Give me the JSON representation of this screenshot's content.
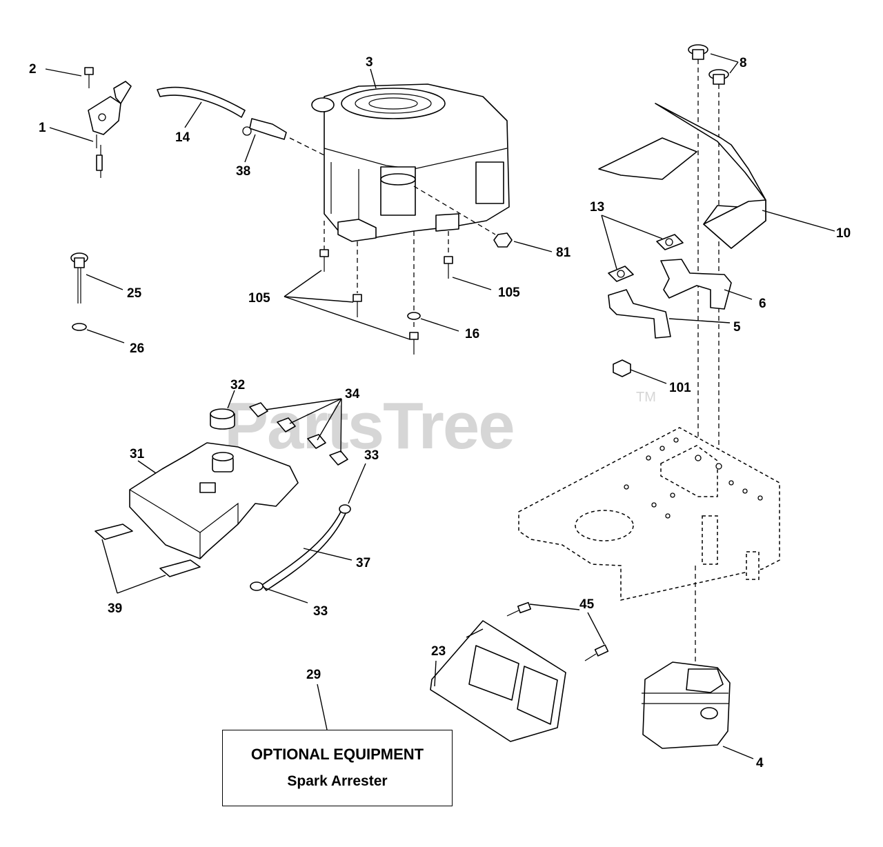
{
  "watermark": {
    "brand": "PartsTree",
    "trademark": "TM"
  },
  "callouts": {
    "c1": "1",
    "c2": "2",
    "c3": "3",
    "c4": "4",
    "c5": "5",
    "c6": "6",
    "c8": "8",
    "c10": "10",
    "c13": "13",
    "c14": "14",
    "c16": "16",
    "c23": "23",
    "c25": "25",
    "c26": "26",
    "c29": "29",
    "c31": "31",
    "c32": "32",
    "c33a": "33",
    "c33b": "33",
    "c34": "34",
    "c37": "37",
    "c38": "38",
    "c39": "39",
    "c45": "45",
    "c81": "81",
    "c101": "101",
    "c105a": "105",
    "c105b": "105"
  },
  "optional_box": {
    "title": "OPTIONAL EQUIPMENT",
    "subtitle": "Spark Arrester"
  }
}
